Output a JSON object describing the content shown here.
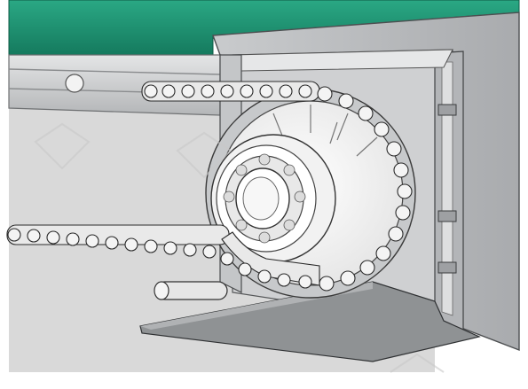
{
  "illustration": {
    "subject": "chain-drive-sprocket-with-bearing",
    "colors": {
      "belt_green": "#1f9b78",
      "housing_grey": "#b9bbbe",
      "panel_grey": "#d6d6d6",
      "shadow_grey": "#8f9193",
      "outline": "#2b2b2b",
      "floor_grey": "#cfcfcf"
    },
    "parts": [
      "green-conveyor-band",
      "steel-rail-frame",
      "aluminium-housing-profile",
      "sprocket-wheel",
      "ball-bearing",
      "roller-chain-upper",
      "roller-chain-lower",
      "shaft-stub",
      "base-plate"
    ]
  }
}
